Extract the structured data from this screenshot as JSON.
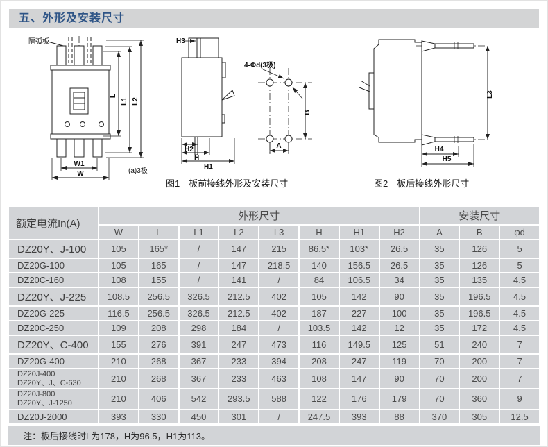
{
  "page": {
    "title": "五、外形及安装尺寸"
  },
  "figures": {
    "fig1_caption": "图1　板前接线外形及安装尺寸",
    "fig2_caption": "图2　板后接线外形尺寸",
    "front": {
      "arc_plate": "隔弧板",
      "pole": "(a)3极",
      "dim_w": "W",
      "dim_w1": "W1",
      "dim_l": "L",
      "dim_l1": "L1",
      "dim_l2": "L2"
    },
    "side": {
      "dim_h": "H",
      "dim_h1": "H1",
      "dim_h2": "H2",
      "dim_h3": "H3"
    },
    "holes": {
      "label": "4-Φd(3极)",
      "dim_a": "A",
      "dim_b": "B"
    },
    "rear": {
      "dim_l3": "L3",
      "dim_h4": "H4",
      "dim_h5": "H5"
    }
  },
  "table": {
    "header_current": "额定电流In(A)",
    "group_outline": "外形尺寸",
    "group_install": "安装尺寸",
    "columns": [
      "W",
      "L",
      "L1",
      "L2",
      "L3",
      "H",
      "H1",
      "H2",
      "A",
      "B",
      "φd"
    ],
    "rows": [
      {
        "model": "DZ20Y、J-100",
        "big": true,
        "values": [
          "105",
          "165*",
          "/",
          "147",
          "215",
          "86.5*",
          "103*",
          "26.5",
          "35",
          "126",
          "5"
        ]
      },
      {
        "model": "DZ20G-100",
        "values": [
          "105",
          "165",
          "/",
          "147",
          "218.5",
          "140",
          "156.5",
          "26.5",
          "35",
          "126",
          "5"
        ]
      },
      {
        "model": "DZ20C-160",
        "values": [
          "108",
          "155",
          "/",
          "141",
          "/",
          "84",
          "106.5",
          "34",
          "35",
          "135",
          "4.5"
        ]
      },
      {
        "model": "DZ20Y、J-225",
        "big": true,
        "values": [
          "108.5",
          "256.5",
          "326.5",
          "212.5",
          "402",
          "105",
          "142",
          "90",
          "35",
          "196.5",
          "4.5"
        ]
      },
      {
        "model": "DZ20G-225",
        "values": [
          "116.5",
          "256.5",
          "326.5",
          "212.5",
          "402",
          "187",
          "227",
          "100",
          "35",
          "196.5",
          "4.5"
        ]
      },
      {
        "model": "DZ20C-250",
        "values": [
          "109",
          "208",
          "298",
          "184",
          "/",
          "103.5",
          "142",
          "12",
          "35",
          "172",
          "4.5"
        ]
      },
      {
        "model": "DZ20Y、C-400",
        "big": true,
        "values": [
          "155",
          "276",
          "391",
          "247",
          "473",
          "116",
          "149.5",
          "125",
          "51",
          "240",
          "7"
        ]
      },
      {
        "model": "DZ20G-400",
        "values": [
          "210",
          "268",
          "367",
          "233",
          "394",
          "208",
          "247",
          "119",
          "70",
          "200",
          "7"
        ]
      },
      {
        "model": "DZ20J-400\nDZ20Y、J、C-630",
        "values": [
          "210",
          "268",
          "367",
          "233",
          "463",
          "108",
          "147",
          "90",
          "70",
          "200",
          "7"
        ]
      },
      {
        "model": "DZ20J-800\nDZ20Y、J-1250",
        "values": [
          "210",
          "406",
          "542",
          "293.5",
          "588",
          "122",
          "176",
          "179",
          "70",
          "360",
          "9"
        ]
      },
      {
        "model": "DZ20J-2000",
        "values": [
          "393",
          "330",
          "450",
          "301",
          "/",
          "247.5",
          "393",
          "88",
          "370",
          "305",
          "12.5"
        ]
      }
    ],
    "note": "注：板后接线时L为178，H为96.5，H1为113。"
  }
}
